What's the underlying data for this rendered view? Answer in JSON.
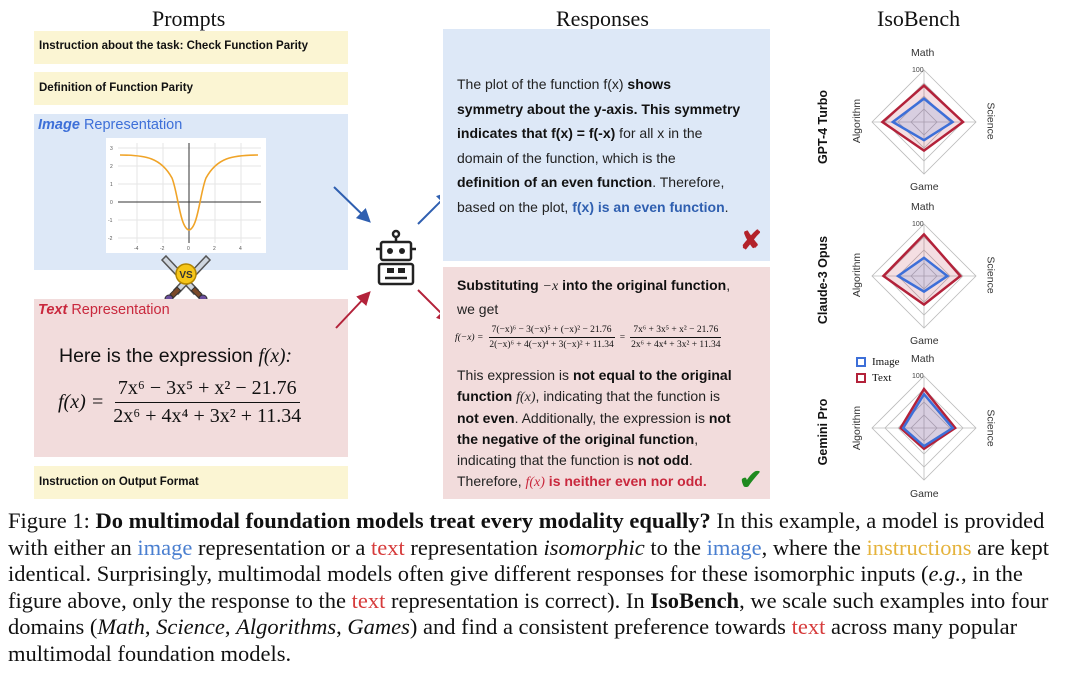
{
  "headers": {
    "prompts": "Prompts",
    "responses": "Responses",
    "isobench": "IsoBench"
  },
  "prompts": {
    "instruction_task": "Instruction about the task: Check Function Parity",
    "definition": "Definition of Function Parity",
    "image_rep_word": "Image",
    "image_rep_rest": "Representation",
    "text_rep_word": "Text",
    "text_rep_rest": "Representation",
    "expression_intro_pre": "Here is the expression ",
    "expression_intro_fx": "f(x):",
    "fx_lhs": "f(x) =",
    "fx_num": "7x⁶ − 3x⁵ + x² − 21.76",
    "fx_den": "2x⁶ + 4x⁴ + 3x² + 11.34",
    "output_format": "Instruction on Output Format",
    "vs_badge": "VS",
    "plot_yticks": [
      "3",
      "2",
      "1",
      "0",
      "-1",
      "-2"
    ],
    "plot_xticks": [
      "-4",
      "-2",
      "0",
      "2",
      "4"
    ]
  },
  "responses": {
    "image_response": {
      "l1a": "The plot of the function f(x) ",
      "l1b": "shows",
      "l2": "symmetry about the y-axis. This symmetry",
      "l3a": "indicates that f(x) = f(-x)",
      "l3b": " for all x in the",
      "l4": "domain of the function, which is the",
      "l5a": "definition of an even function",
      ". Therefore,": "",
      "l5b": ". Therefore,",
      "l6a": "based on the plot, ",
      "l6b": "f(x) is an even function",
      "l6c": ".",
      "mark": "✘"
    },
    "text_response": {
      "l1a": "Substituting ",
      "l1b": "−x",
      "l1c": " into the original function",
      "l1d": ",",
      "l2": "we get",
      "eq_lhs": "f(−x) =",
      "eq_num1": "7(−x)⁶ − 3(−x)⁵ + (−x)² − 21.76",
      "eq_den1": "2(−x)⁶ + 4(−x)⁴ + 3(−x)² + 11.34",
      "eq_mid": "=",
      "eq_num2": "7x⁶ + 3x⁵ + x² − 21.76",
      "eq_den2": "2x⁶ + 4x⁴ + 3x² + 11.34",
      "l3a": "This expression is ",
      "l3b": "not equal to the original",
      "l4a": "function ",
      "l4b": "f(x)",
      "l4c": ", indicating that the function is",
      "l5a": "not even",
      "l5b": ". Additionally, the expression is ",
      "l5c": "not",
      "l6": "the negative of the original function",
      "l6b": ",",
      "l7a": "indicating that the function is ",
      "l7b": "not odd",
      "l7c": ".",
      "l8a": "Therefore, ",
      "l8b": "f(x)",
      "l8c": " is neither even nor odd.",
      "mark": "✔"
    }
  },
  "isobench": {
    "axes": {
      "top": "Math",
      "right": "Science",
      "bottom": "Game",
      "left": "Algorithm"
    },
    "scale_label": "100",
    "legend": {
      "image": "Image",
      "text": "Text"
    },
    "models": [
      {
        "name": "GPT-4 Turbo",
        "image": [
          0.45,
          0.55,
          0.35,
          0.6
        ],
        "text": [
          0.7,
          0.75,
          0.55,
          0.8
        ]
      },
      {
        "name": "Claude-3 Opus",
        "image": [
          0.35,
          0.45,
          0.3,
          0.5
        ],
        "text": [
          0.8,
          0.7,
          0.55,
          0.78
        ]
      },
      {
        "name": "Gemini Pro",
        "image": [
          0.65,
          0.55,
          0.35,
          0.4
        ],
        "text": [
          0.75,
          0.6,
          0.4,
          0.45
        ]
      }
    ],
    "colors": {
      "image": "#3d6fd8",
      "text": "#b3223a"
    }
  },
  "caption": {
    "fig": "Figure 1: ",
    "bold": "Do multimodal foundation models treat every modality equally?",
    "s1": " In this example, a model is provided with either an ",
    "image1": "image",
    "s2": " representation or a ",
    "text1": "text",
    "s3": " representation ",
    "iso": "isomorphic",
    "s4": " to the ",
    "image2": "image",
    "s5": ", where the ",
    "instr": "instructions",
    "s6": " are kept identical. Surprisingly, multimodal models often give different responses for these isomorphic inputs (",
    "eg": "e.g.",
    "s7": ", in the figure above, only the response to the ",
    "text2": "text",
    "s8": " representation is correct). In ",
    "isob": "IsoBench",
    "s9": ", we scale such examples into four domains (",
    "d1": "Math",
    "c1": ", ",
    "d2": "Science",
    "c2": ", ",
    "d3": "Algorithms",
    "c3": ", ",
    "d4": "Games",
    "s10": ") and find a consistent preference towards ",
    "text3": "text",
    "s11": " across many popular multimodal foundation models."
  }
}
